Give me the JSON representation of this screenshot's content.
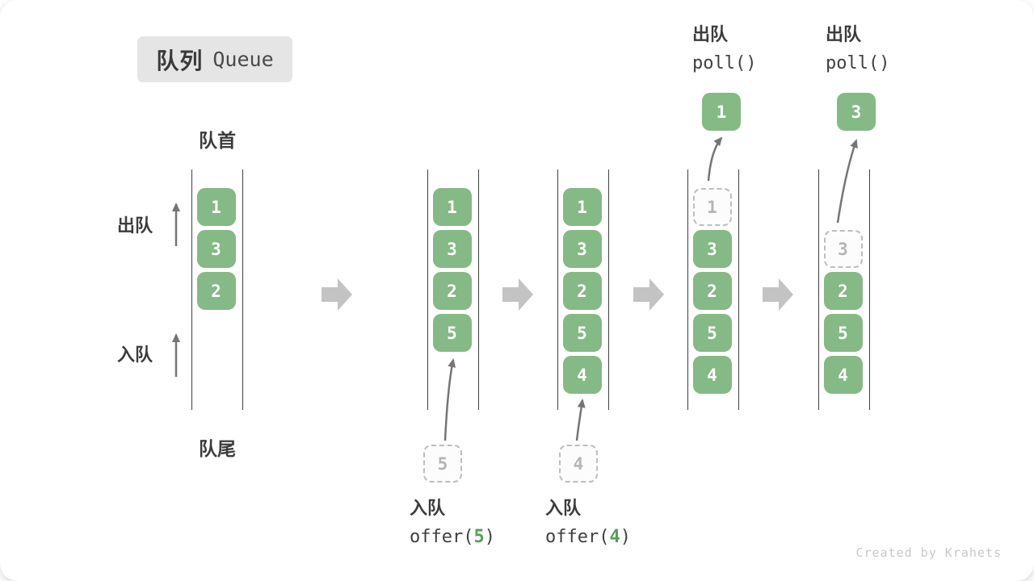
{
  "title": {
    "zh": "队列",
    "en": "Queue"
  },
  "side_labels": {
    "front": "队首",
    "rear": "队尾",
    "dequeue": "出队",
    "enqueue": "入队"
  },
  "credit": "Created by Krahets",
  "colors": {
    "box_green": "#85b985",
    "accent_green": "#55a055",
    "block_arrow_gray": "#c3c3c3",
    "thin_arrow_gray": "#757575",
    "badge_bg": "#e5e5e5"
  },
  "states": [
    {
      "cells": [
        "1",
        "3",
        "2"
      ]
    },
    {
      "cells": [
        "1",
        "3",
        "2",
        "5"
      ],
      "incoming": "5",
      "op": {
        "zh": "入队",
        "call_open": "offer(",
        "arg": "5",
        "call_close": ")"
      }
    },
    {
      "cells": [
        "1",
        "3",
        "2",
        "5",
        "4"
      ],
      "incoming": "4",
      "op": {
        "zh": "入队",
        "call_open": "offer(",
        "arg": "4",
        "call_close": ")"
      }
    },
    {
      "removed": "1",
      "cells": [
        "3",
        "2",
        "5",
        "4"
      ],
      "outgoing": "1",
      "op": {
        "zh": "出队",
        "call": "poll()"
      }
    },
    {
      "removed": "3",
      "cells": [
        "2",
        "5",
        "4"
      ],
      "outgoing": "3",
      "op": {
        "zh": "出队",
        "call": "poll()"
      }
    }
  ]
}
